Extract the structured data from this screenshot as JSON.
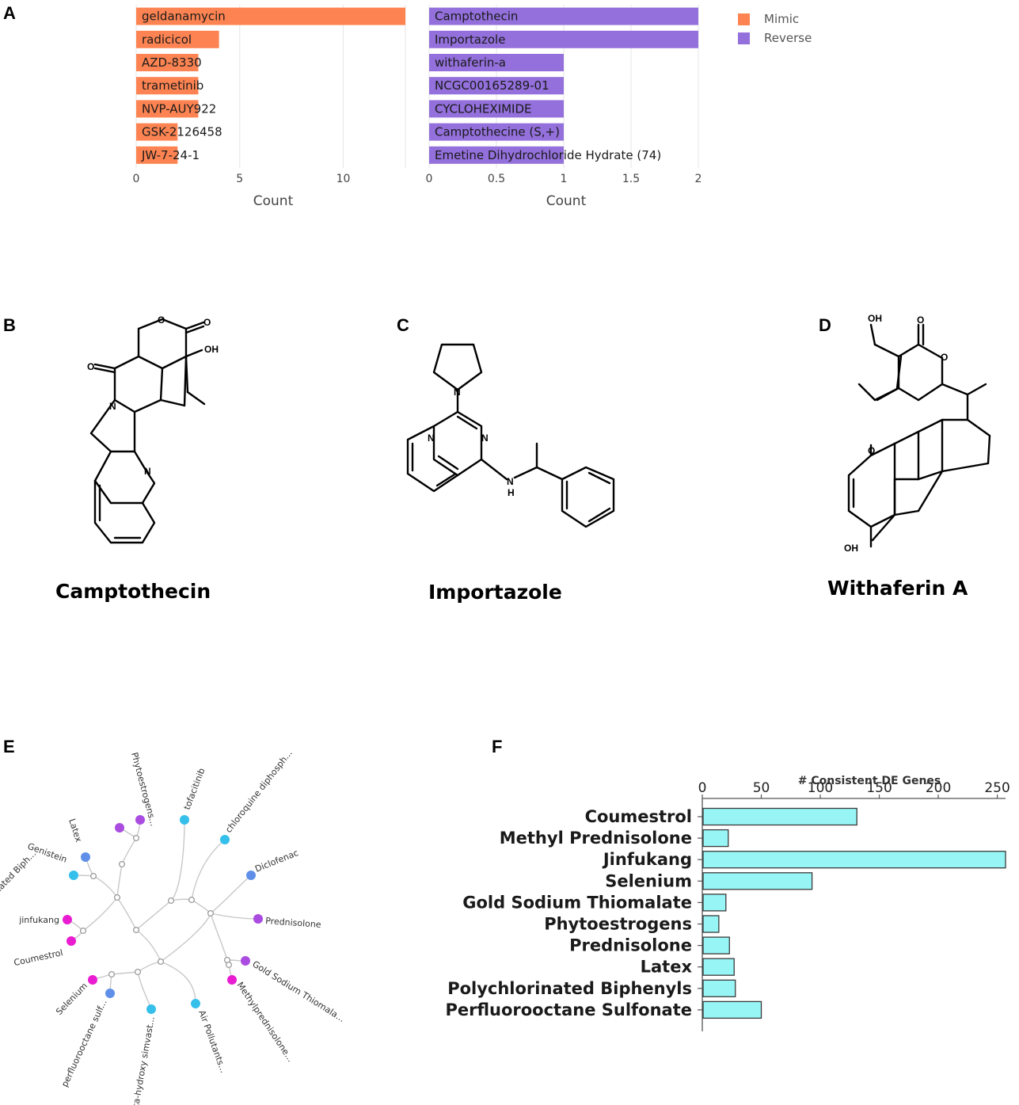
{
  "panels": {
    "a": "A",
    "b": "B",
    "c": "C",
    "d": "D",
    "e": "E",
    "f": "F"
  },
  "compounds": {
    "b": "Camptothecin",
    "c": "Importazole",
    "d": "Withaferin A"
  },
  "molecule_labels": {
    "b": {
      "o1": "O",
      "o2": "O",
      "o3": "O",
      "oh": "OH",
      "n1": "N",
      "n2": "N"
    },
    "c": {
      "n1": "N",
      "n2": "N",
      "n3": "N",
      "nh": "N",
      "h": "H"
    },
    "d": {
      "oh1": "OH",
      "o1": "O",
      "o2": "O",
      "o3": "O",
      "oh2": "OH"
    }
  },
  "legend": [
    {
      "label": "Mimic",
      "color": "#fd8452"
    },
    {
      "label": "Reverse",
      "color": "#9370db"
    }
  ],
  "colors": {
    "mimic": "#fd8452",
    "reverse": "#9370db",
    "f_bar": "#98f5f6",
    "tree_cyan": "#35bfeb",
    "tree_blue": "#5f8fe8",
    "tree_purple": "#aa4ce0",
    "tree_magenta": "#ea1cd1"
  },
  "chart_data": [
    {
      "type": "bar",
      "panel": "A",
      "orientation": "horizontal",
      "series": "Mimic",
      "categories": [
        "geldanamycin",
        "radicicol",
        "AZD-8330",
        "trametinib",
        "NVP-AUY922",
        "GSK-2126458",
        "JW-7-24-1"
      ],
      "values": [
        13,
        4,
        3,
        3,
        3,
        2,
        2
      ],
      "xlabel": "Count",
      "xlim": [
        0,
        13
      ],
      "xticks": [
        0,
        5,
        10
      ],
      "grid": true
    },
    {
      "type": "bar",
      "panel": "A",
      "orientation": "horizontal",
      "series": "Reverse",
      "categories": [
        "Camptothecin",
        "Importazole",
        "withaferin-a",
        "NCGC00165289-01",
        "CYCLOHEXIMIDE",
        "Camptothecine (S,+)",
        "Emetine Dihydrochloride Hydrate (74)"
      ],
      "values": [
        2,
        2,
        1,
        1,
        1,
        1,
        1
      ],
      "xlabel": "Count",
      "xlim": [
        0,
        2
      ],
      "xticks": [
        0,
        0.5,
        1,
        1.5,
        2
      ],
      "xtick_labels": [
        "0",
        "0.5",
        "1",
        "1.5",
        "2"
      ],
      "grid": true
    },
    {
      "type": "bar",
      "panel": "F",
      "orientation": "horizontal",
      "title": "# Consistent DE Genes",
      "categories": [
        "Coumestrol",
        "Methyl Prednisolone",
        "Jinfukang",
        "Selenium",
        "Gold Sodium Thiomalate",
        "Phytoestrogens",
        "Prednisolone",
        "Latex",
        "Polychlorinated Biphenyls",
        "Perfluorooctane Sulfonate"
      ],
      "values": [
        131,
        22,
        257,
        93,
        20,
        14,
        23,
        27,
        28,
        50
      ],
      "xlim": [
        0,
        257
      ],
      "xticks": [
        0,
        50,
        100,
        150,
        200,
        250
      ],
      "axis_position": "top"
    }
  ],
  "tree": {
    "leaves": [
      {
        "label": "Polychlorinated Biph...",
        "color": "tree_blue"
      },
      {
        "label": "Latex",
        "color": "tree_purple"
      },
      {
        "label": "Phytoestrogens...",
        "color": "tree_purple"
      },
      {
        "label": "tofacitinib",
        "color": "tree_cyan"
      },
      {
        "label": "chloroquine diphosph...",
        "color": "tree_cyan"
      },
      {
        "label": "Genistein",
        "color": "tree_cyan"
      },
      {
        "label": "Diclofenac",
        "color": "tree_blue"
      },
      {
        "label": "jinfukang",
        "color": "tree_magenta"
      },
      {
        "label": "Prednisolone",
        "color": "tree_purple"
      },
      {
        "label": "Coumestrol",
        "color": "tree_magenta"
      },
      {
        "label": "Gold Sodium Thiomala...",
        "color": "tree_purple"
      },
      {
        "label": "Selenium",
        "color": "tree_magenta"
      },
      {
        "label": "Methylprednisolone...",
        "color": "tree_magenta"
      },
      {
        "label": "perfluorooctane sulf...",
        "color": "tree_blue"
      },
      {
        "label": "beta-hydroxy simvast...",
        "color": "tree_cyan"
      },
      {
        "label": "Air Pollutants...",
        "color": "tree_cyan"
      }
    ]
  }
}
